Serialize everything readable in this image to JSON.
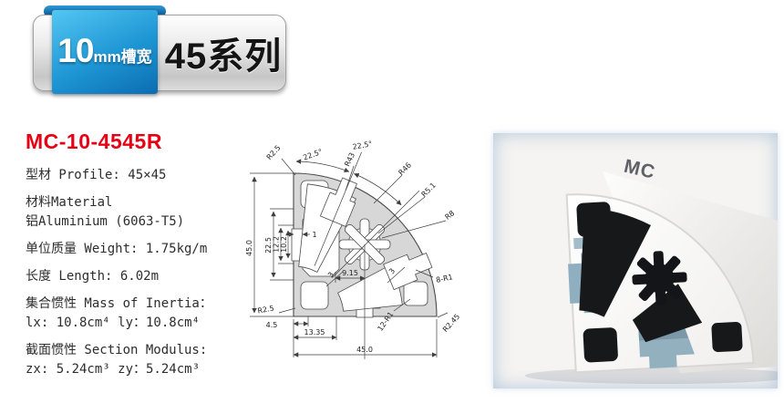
{
  "badge": {
    "slot_width_number": "10",
    "slot_width_unit": "mm槽宽",
    "series_label": "45系列"
  },
  "product": {
    "model": "MC-10-4545R"
  },
  "specs": {
    "lines": [
      "型材 Profile: 45×45",
      "材料Material",
      "铝Aluminium (6063-T5)",
      "单位质量 Weight: 1.75kg/m",
      "长度 Length: 6.02m",
      "集合惯性 Mass of Inertia：",
      "lx: 10.8cm⁴   ly：10.8cm⁴",
      "截面惯性 Section Modulus:",
      "zx: 5.24cm³  zy：5.24cm³"
    ]
  },
  "drawing": {
    "dims": {
      "v45": "45.0",
      "v225": "22.5",
      "v122": "12.2",
      "v102": "10.2",
      "one": "1",
      "a1": "22.5°",
      "a2": "22.5°",
      "r25t": "R2.5",
      "r43": "R43",
      "r46": "R46",
      "r51": "R5.1",
      "r8": "R8",
      "r1_8": "8-R1",
      "r245": "R2.45",
      "r1_12": "12-R1",
      "r25b": "R2.5",
      "d45": "4.5",
      "d915": "9.15",
      "d1335": "13.35",
      "w45": "45.0",
      "t3a": "3",
      "t3b": "3"
    }
  },
  "photo": {
    "brand": "MC"
  },
  "colors": {
    "accent_red": "#e60014",
    "ribbon_blue": "#1e96d4",
    "profile_gray": "#d7d7d7",
    "channel_blue": "#8fafc0"
  }
}
